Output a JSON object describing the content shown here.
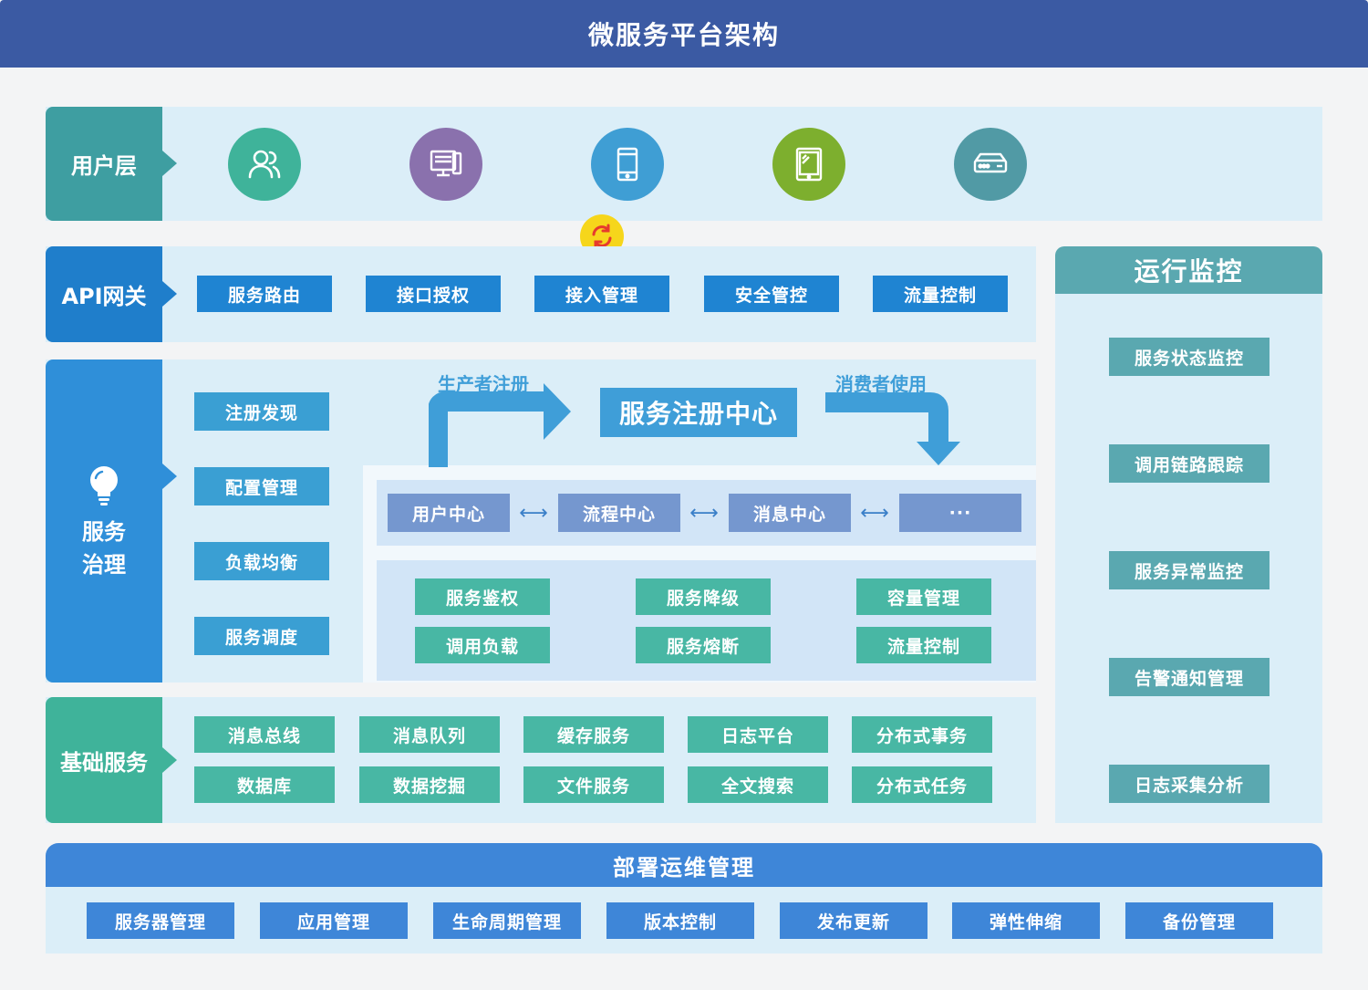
{
  "title": "微服务平台架构",
  "user_layer": {
    "label": "用户层",
    "icons": [
      {
        "name": "users-icon",
        "color": "#3fb39a"
      },
      {
        "name": "desktop-icon",
        "color": "#8a71ad"
      },
      {
        "name": "mobile-icon",
        "color": "#3f9ed4"
      },
      {
        "name": "tablet-icon",
        "color": "#7daf2e"
      },
      {
        "name": "router-icon",
        "color": "#519aa5"
      }
    ]
  },
  "api_gateway": {
    "label": "API网关",
    "items": [
      "服务路由",
      "接口授权",
      "接入管理",
      "安全管控",
      "流量控制"
    ]
  },
  "governance": {
    "label_line1": "服务",
    "label_line2": "治理",
    "left_items": [
      "注册发现",
      "配置管理",
      "负载均衡",
      "服务调度"
    ],
    "producer_label": "生产者注册",
    "registry_label": "服务注册中心",
    "consumer_label": "消费者使用",
    "nodes": [
      "用户中心",
      "流程中心",
      "消息中心",
      "···"
    ],
    "features": [
      "服务鉴权",
      "服务降级",
      "容量管理",
      "调用负载",
      "服务熔断",
      "流量控制"
    ]
  },
  "basic_services": {
    "label": "基础服务",
    "items": [
      "消息总线",
      "消息队列",
      "缓存服务",
      "日志平台",
      "分布式事务",
      "数据库",
      "数据挖掘",
      "文件服务",
      "全文搜索",
      "分布式任务"
    ]
  },
  "monitoring": {
    "label": "运行监控",
    "items": [
      "服务状态监控",
      "调用链路跟踪",
      "服务异常监控",
      "告警通知管理",
      "日志采集分析"
    ]
  },
  "deployment": {
    "label": "部署运维管理",
    "items": [
      "服务器管理",
      "应用管理",
      "生命周期管理",
      "版本控制",
      "发布更新",
      "弹性伸缩",
      "备份管理"
    ]
  },
  "colors": {
    "header": "#3b5aa3",
    "user_layer": "#3e9ea1",
    "api_gateway": "#1f7ecb",
    "governance": "#2f8fd9",
    "basic_services": "#3fb39a",
    "monitoring": "#5aa8b0",
    "deployment": "#3e86d8"
  }
}
